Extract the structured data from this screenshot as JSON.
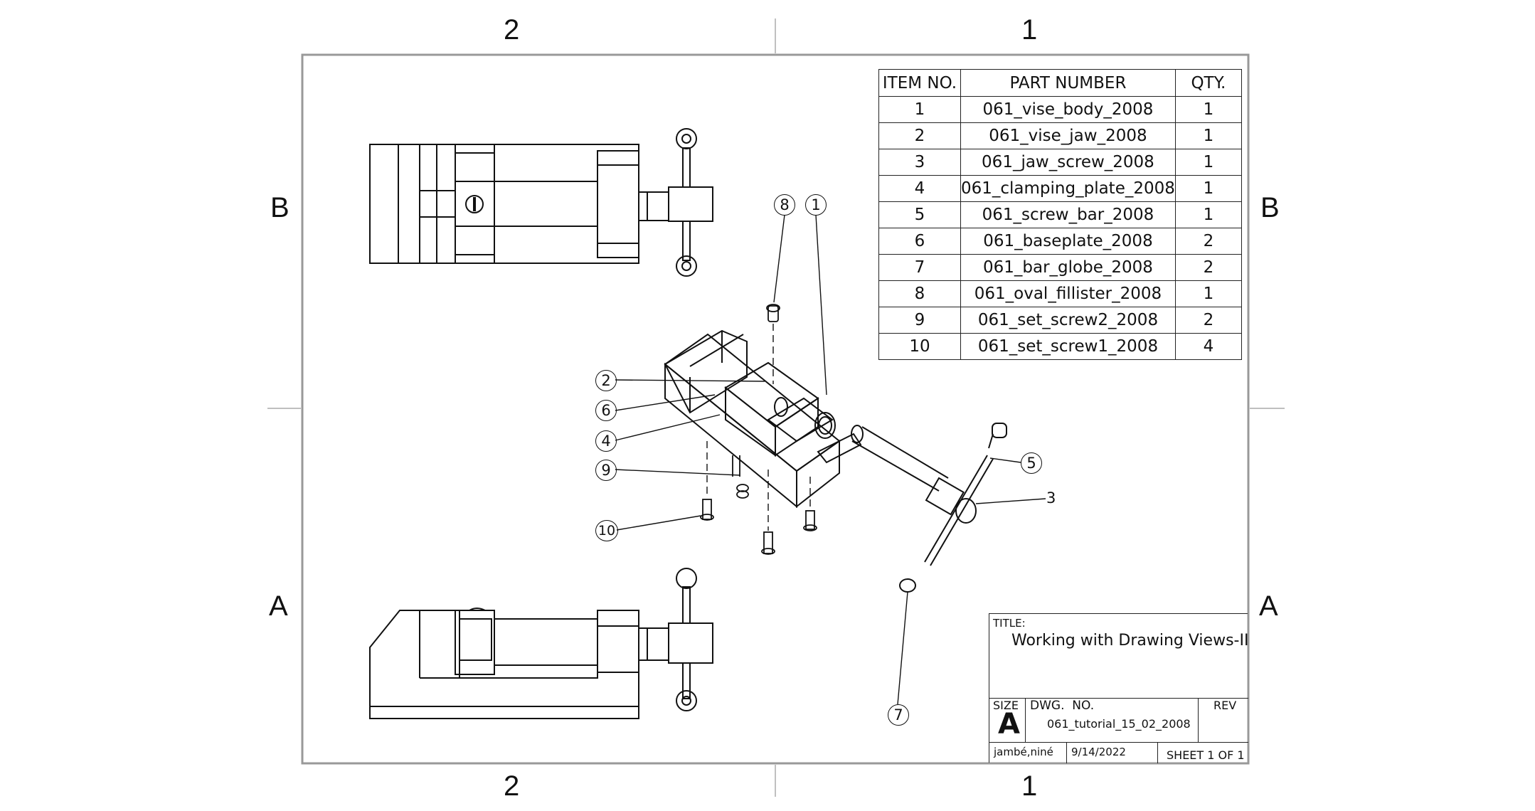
{
  "zones": {
    "top_left": "2",
    "top_right": "1",
    "bottom_left": "2",
    "bottom_right": "1",
    "left_upper": "B",
    "left_lower": "A",
    "right_upper": "B",
    "right_lower": "A"
  },
  "bom": {
    "headers": [
      "ITEM NO.",
      "PART NUMBER",
      "QTY."
    ],
    "rows": [
      [
        "1",
        "061_vise_body_2008",
        "1"
      ],
      [
        "2",
        "061_vise_jaw_2008",
        "1"
      ],
      [
        "3",
        "061_jaw_screw_2008",
        "1"
      ],
      [
        "4",
        "061_clamping_plate_2008",
        "1"
      ],
      [
        "5",
        "061_screw_bar_2008",
        "1"
      ],
      [
        "6",
        "061_baseplate_2008",
        "2"
      ],
      [
        "7",
        "061_bar_globe_2008",
        "2"
      ],
      [
        "8",
        "061_oval_fillister_2008",
        "1"
      ],
      [
        "9",
        "061_set_screw2_2008",
        "2"
      ],
      [
        "10",
        "061_set_screw1_2008",
        "4"
      ]
    ]
  },
  "balloons": [
    "8",
    "1",
    "2",
    "6",
    "4",
    "9",
    "10",
    "5",
    "3",
    "7"
  ],
  "title_block": {
    "title_label": "TITLE:",
    "title": "Working with Drawing Views-II",
    "size_label": "SIZE",
    "size": "A",
    "dwg_label": "DWG.  NO.",
    "dwg_no": "061_tutorial_15_02_2008",
    "rev_label": "REV",
    "author": "jambé,niné",
    "date": "9/14/2022",
    "sheet": "SHEET 1 OF 1"
  }
}
